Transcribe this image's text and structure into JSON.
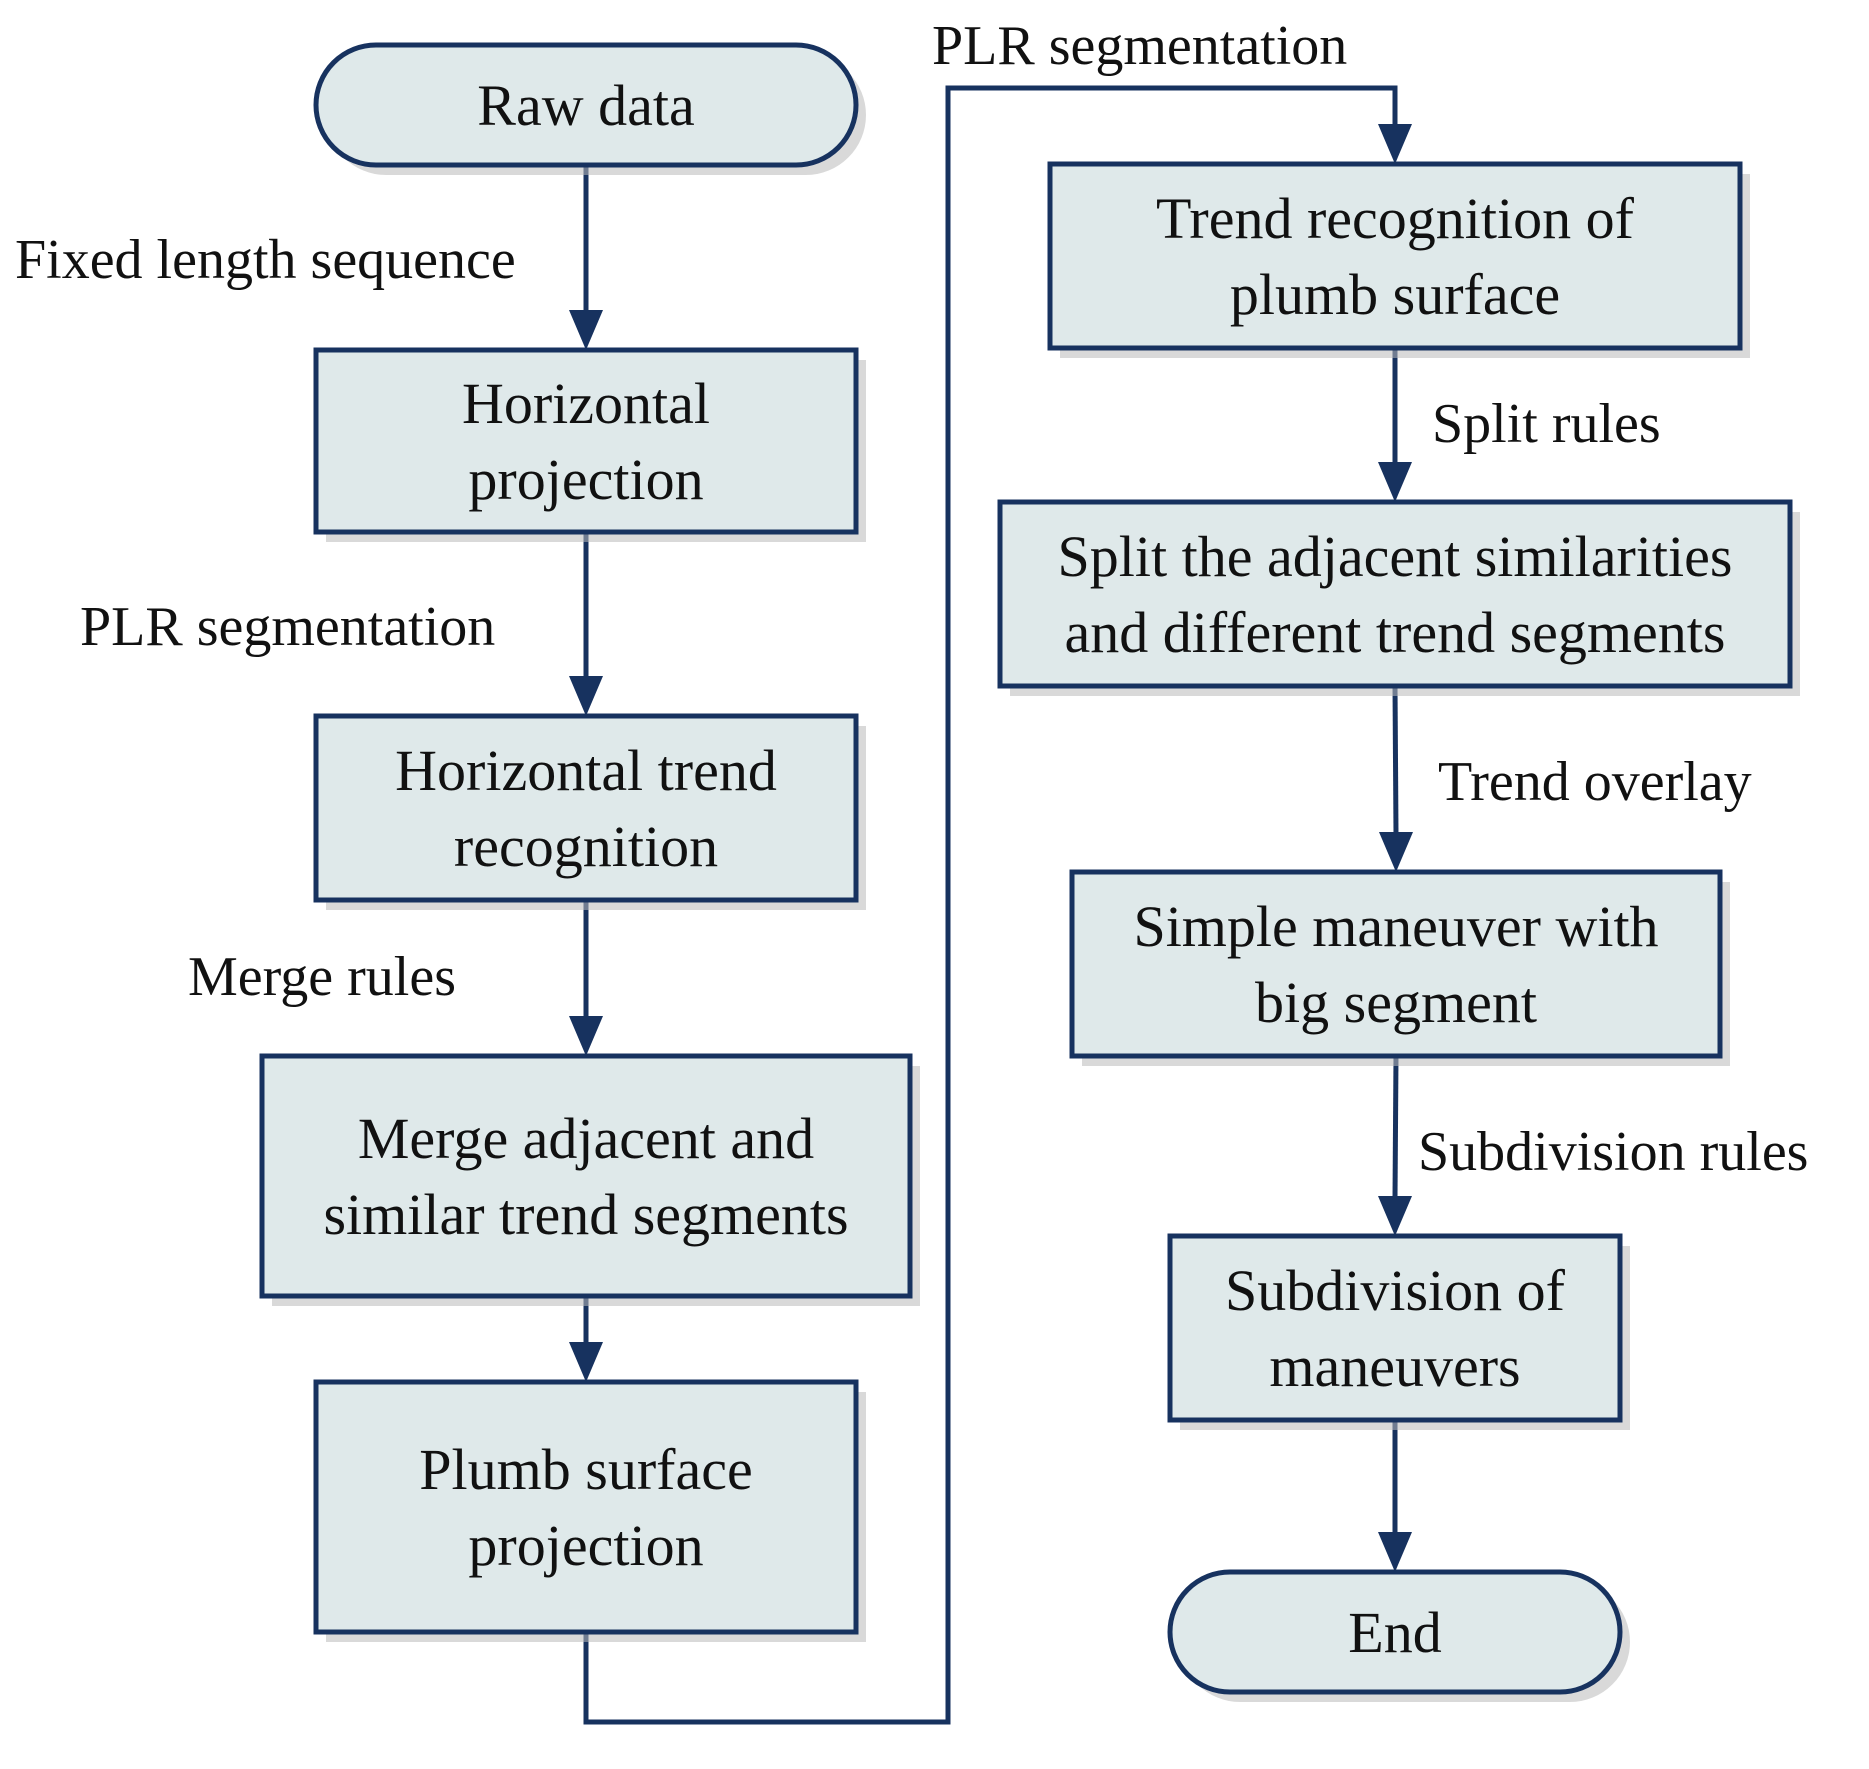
{
  "diagram": {
    "nodes": [
      {
        "id": "raw",
        "shape": "terminal",
        "lines": [
          "Raw data"
        ]
      },
      {
        "id": "hproj",
        "shape": "process",
        "lines": [
          "Horizontal",
          "projection"
        ]
      },
      {
        "id": "htrend",
        "shape": "process",
        "lines": [
          "Horizontal trend",
          "recognition"
        ]
      },
      {
        "id": "merge",
        "shape": "process",
        "lines": [
          "Merge adjacent and",
          "similar trend segments"
        ]
      },
      {
        "id": "pproj",
        "shape": "process",
        "lines": [
          "Plumb surface",
          "projection"
        ]
      },
      {
        "id": "ptrend",
        "shape": "process",
        "lines": [
          "Trend recognition of",
          "plumb surface"
        ]
      },
      {
        "id": "split",
        "shape": "process",
        "lines": [
          "Split the adjacent similarities",
          "and different trend segments"
        ]
      },
      {
        "id": "simple",
        "shape": "process",
        "lines": [
          "Simple maneuver with",
          "big segment"
        ]
      },
      {
        "id": "subdiv",
        "shape": "process",
        "lines": [
          "Subdivision of",
          "maneuvers"
        ]
      },
      {
        "id": "end",
        "shape": "terminal",
        "lines": [
          "End"
        ]
      }
    ],
    "edges": [
      {
        "id": "e1",
        "from": "raw",
        "to": "hproj",
        "label": "Fixed length sequence"
      },
      {
        "id": "e2",
        "from": "hproj",
        "to": "htrend",
        "label": "PLR segmentation"
      },
      {
        "id": "e3",
        "from": "htrend",
        "to": "merge",
        "label": "Merge rules"
      },
      {
        "id": "e4",
        "from": "merge",
        "to": "pproj",
        "label": ""
      },
      {
        "id": "e5",
        "from": "pproj",
        "to": "ptrend",
        "label": "PLR segmentation"
      },
      {
        "id": "e6",
        "from": "ptrend",
        "to": "split",
        "label": "Split rules"
      },
      {
        "id": "e7",
        "from": "split",
        "to": "simple",
        "label": "Trend overlay"
      },
      {
        "id": "e8",
        "from": "simple",
        "to": "subdiv",
        "label": "Subdivision rules"
      },
      {
        "id": "e9",
        "from": "subdiv",
        "to": "end",
        "label": ""
      }
    ],
    "colors": {
      "node_fill": "#dfe9ea",
      "stroke": "#17325f",
      "text": "#111111"
    }
  }
}
